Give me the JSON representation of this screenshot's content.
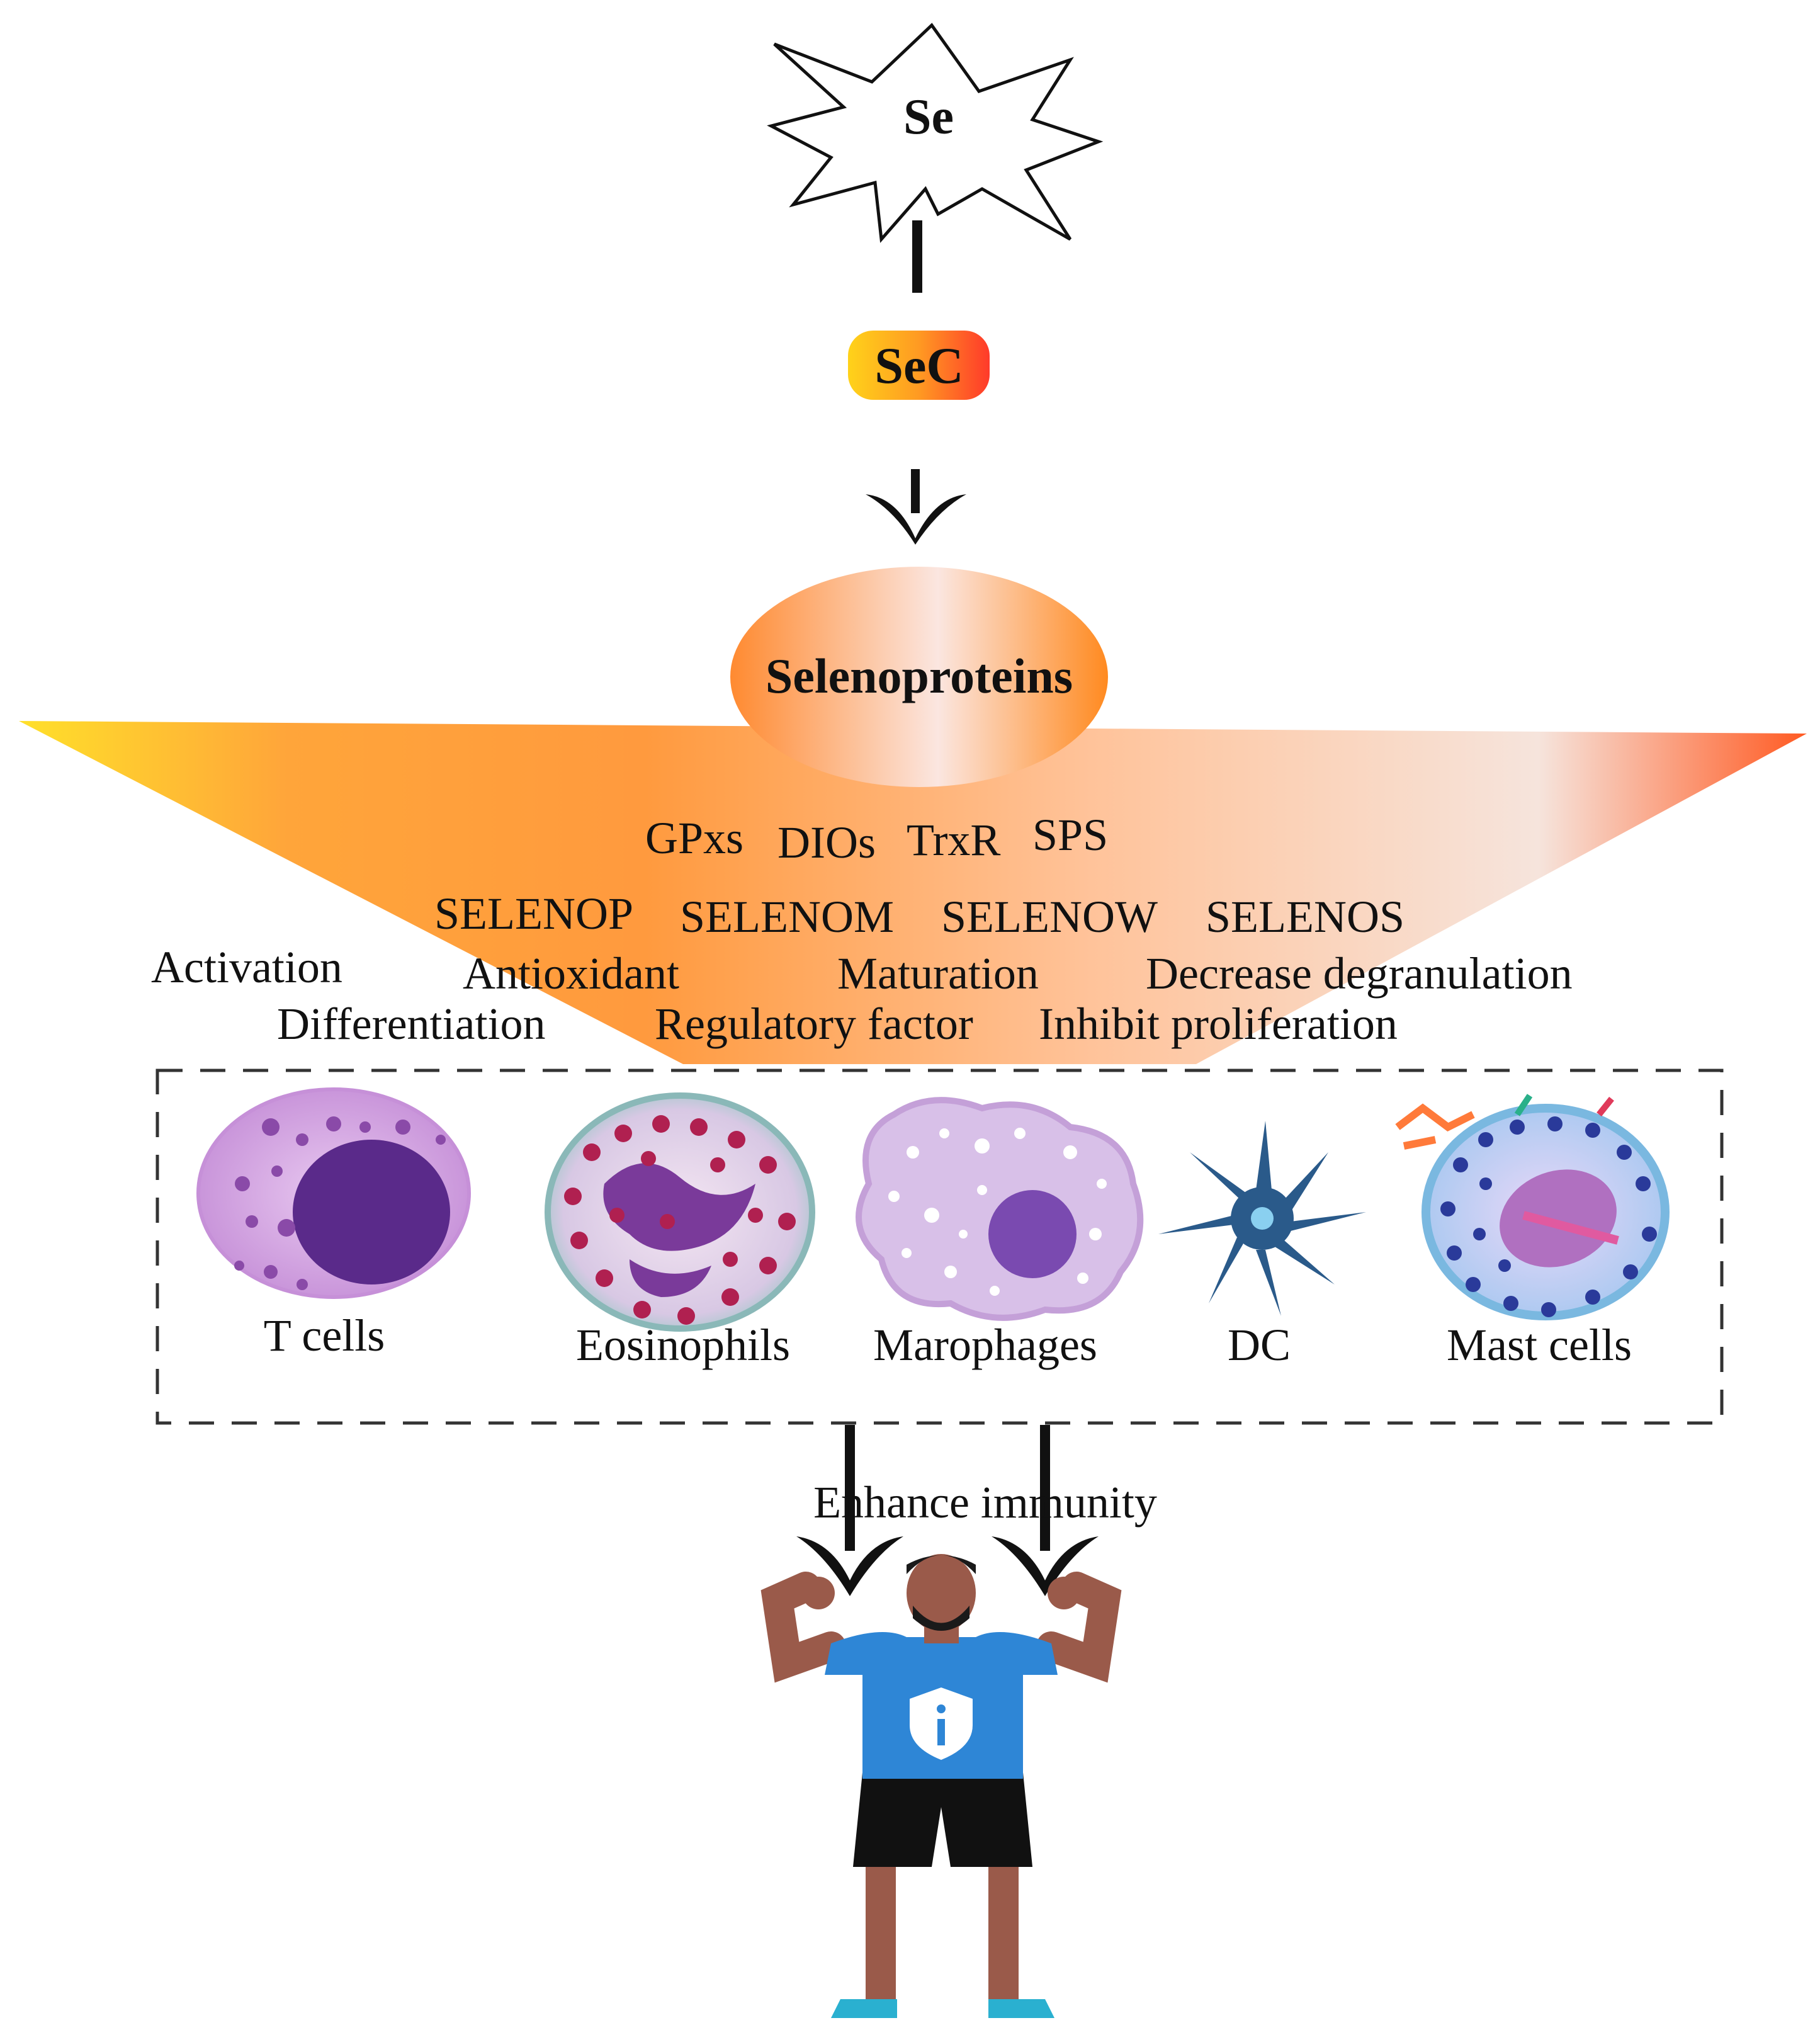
{
  "nodes": {
    "se": "Se",
    "sec": "SeC",
    "selenoproteins": "Selenoproteins"
  },
  "selenoprotein_families": {
    "row1": [
      "GPxs",
      "DIOs",
      "TrxR",
      "SPS"
    ],
    "row2": [
      "SELENOP",
      "SELENOM",
      "SELENOW",
      "SELENOS"
    ]
  },
  "functions": {
    "row1": [
      "Activation",
      "Antioxidant",
      "Maturation",
      "Decrease degranulation"
    ],
    "row2": [
      "Differentiation",
      "Regulatory factor",
      "Inhibit proliferation"
    ]
  },
  "cells": [
    "T cells",
    "Eosinophils",
    "Marophages",
    "DC",
    "Mast cells"
  ],
  "outcome": "Enhance immunity",
  "icons": {
    "se": "starburst-icon",
    "shirt_badge": "info-shield-icon"
  },
  "colors": {
    "funnel_start": "#ffd92a",
    "funnel_mid": "#ff9a3c",
    "funnel_light": "#f8e6dc",
    "funnel_end": "#ff6a2a",
    "sec_red": "#ff4a2a",
    "sec_yellow": "#ffc21a",
    "shirt": "#2e86d6",
    "cell_purple": "#5a2a8a"
  }
}
